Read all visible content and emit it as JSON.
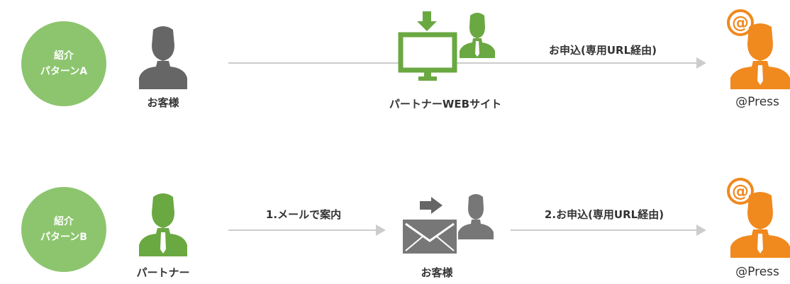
{
  "colors": {
    "badge": "#8cc56e",
    "gray_person": "#666666",
    "green": "#6aa842",
    "orange": "#f0891e",
    "arrow": "#cccccc"
  },
  "row_a": {
    "badge_line1": "紹介",
    "badge_line2": "パターンA",
    "customer_label": "お客様",
    "partner_site_label": "パートナーWEBサイト",
    "arrow_label": "お申込(専用URL経由)",
    "press_label": "@Press"
  },
  "row_b": {
    "badge_line1": "紹介",
    "badge_line2": "パターンB",
    "partner_label": "パートナー",
    "arrow1_label": "1.メールで案内",
    "customer_label": "お客様",
    "arrow2_label": "2.お申込(専用URL経由)",
    "press_label": "@Press"
  },
  "icons": {
    "at_symbol": "@"
  }
}
